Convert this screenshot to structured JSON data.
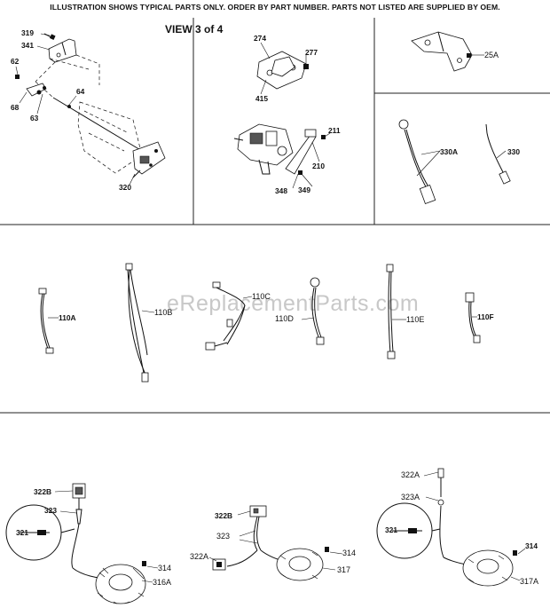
{
  "header": {
    "notice": "ILLUSTRATION SHOWS TYPICAL PARTS ONLY. ORDER BY PART NUMBER. PARTS NOT LISTED ARE SUPPLIED BY OEM.",
    "view": "VIEW 3 of 4"
  },
  "watermark": "eReplacementParts.com",
  "callouts": {
    "p319": "319",
    "p341": "341",
    "p62": "62",
    "p68": "68",
    "p63": "63",
    "p64": "64",
    "p320": "320",
    "p274": "274",
    "p277": "277",
    "p415": "415",
    "p211": "211",
    "p210": "210",
    "p348": "348",
    "p349": "349",
    "p25A": "25A",
    "p330A": "330A",
    "p330": "330",
    "p110A": "110A",
    "p110B": "110B",
    "p110C": "110C",
    "p110D": "110D",
    "p110E": "110E",
    "p110F": "110F",
    "p322B_1": "322B",
    "p323_1": "323",
    "p321_1": "321",
    "p314_1": "314",
    "p316A": "316A",
    "p322B_2": "322B",
    "p323_2": "323",
    "p322A_2": "322A",
    "p314_2": "314",
    "p317": "317",
    "p322A_3": "322A",
    "p323A": "323A",
    "p321_3": "321",
    "p314_3": "314",
    "p317A": "317A"
  }
}
